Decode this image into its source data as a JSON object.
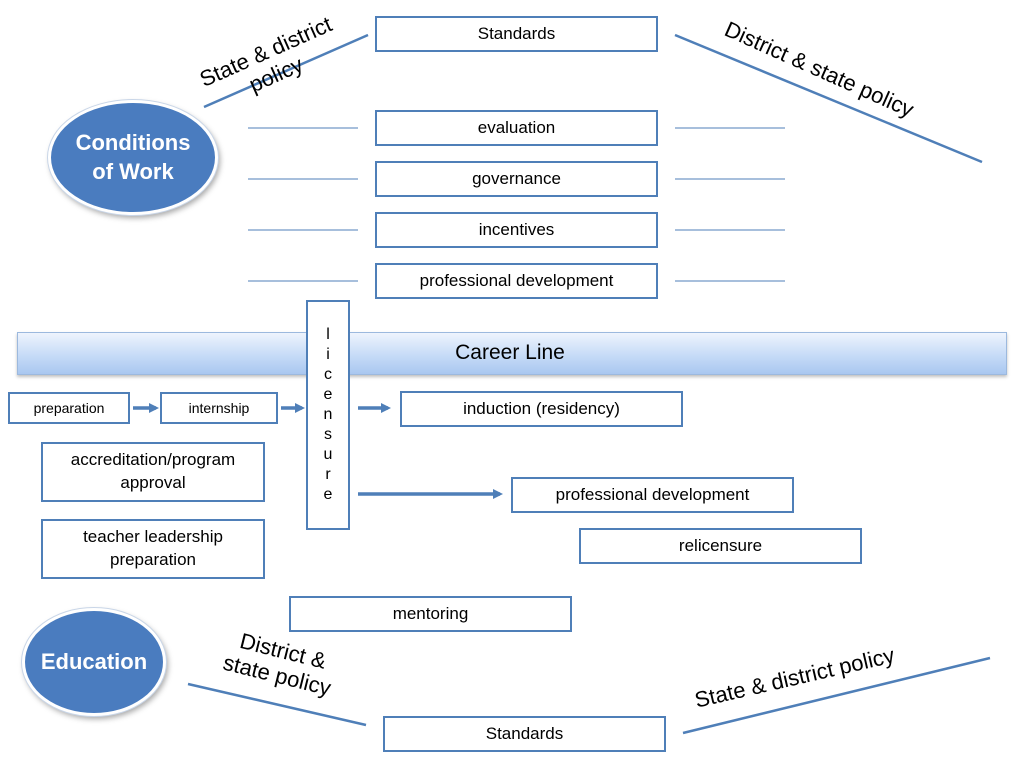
{
  "conditions_label": "Conditions of Work",
  "education_label": "Education",
  "top_standards": "Standards",
  "bottom_standards": "Standards",
  "policy": {
    "top_left": "State & district policy",
    "top_right": "District & state policy",
    "bottom_left": "District & state policy",
    "bottom_right": "State & district policy"
  },
  "conditions_items": [
    "evaluation",
    "governance",
    "incentives",
    "professional development"
  ],
  "career_line": "Career Line",
  "licensure_letters": [
    "l",
    "i",
    "c",
    "e",
    "n",
    "s",
    "u",
    "r",
    "e"
  ],
  "career_steps": {
    "preparation": "preparation",
    "internship": "internship",
    "induction": "induction (residency)",
    "professional_development": "professional development",
    "relicensure": "relicensure",
    "mentoring": "mentoring"
  },
  "education_items": {
    "accreditation": "accreditation/program approval",
    "teacher_leadership": "teacher leadership preparation"
  },
  "colors": {
    "line": "#4f7fb8",
    "ellipse": "#4a7cbf",
    "bar": "#c6dbf7"
  }
}
